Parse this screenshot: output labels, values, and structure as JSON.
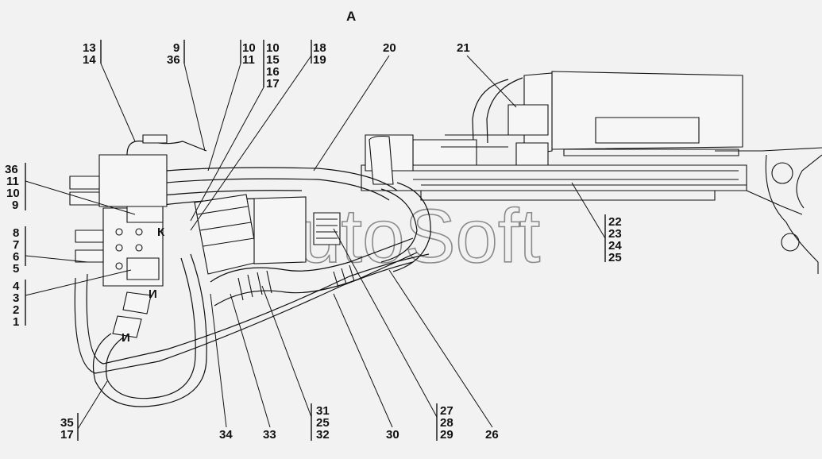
{
  "view_title": "А",
  "watermark": "AutoSoft",
  "annotations": [
    "К",
    "И",
    "И"
  ],
  "callouts": {
    "top": [
      {
        "id": "c13-14",
        "lines": [
          "13",
          "14"
        ]
      },
      {
        "id": "c9-36",
        "lines": [
          "9",
          "36"
        ]
      },
      {
        "id": "c10-11",
        "lines": [
          "10",
          "11"
        ]
      },
      {
        "id": "c10-15-16-17",
        "lines": [
          "10",
          "15",
          "16",
          "17"
        ]
      },
      {
        "id": "c18-19",
        "lines": [
          "18",
          "19"
        ]
      },
      {
        "id": "c20",
        "lines": [
          "20"
        ]
      },
      {
        "id": "c21",
        "lines": [
          "21"
        ]
      }
    ],
    "left": [
      {
        "id": "c36-11-10-9",
        "lines": [
          "36",
          "11",
          "10",
          "9"
        ]
      },
      {
        "id": "c8-7-6-5",
        "lines": [
          "8",
          "7",
          "6",
          "5"
        ]
      },
      {
        "id": "c4-3-2-1",
        "lines": [
          "4",
          "3",
          "2",
          "1"
        ]
      }
    ],
    "right": [
      {
        "id": "c22-23-24-25",
        "lines": [
          "22",
          "23",
          "24",
          "25"
        ]
      }
    ],
    "bottom": [
      {
        "id": "c35-17",
        "lines": [
          "35",
          "17"
        ]
      },
      {
        "id": "c34",
        "lines": [
          "34"
        ]
      },
      {
        "id": "c33",
        "lines": [
          "33"
        ]
      },
      {
        "id": "c31-25-32",
        "lines": [
          "31",
          "25",
          "32"
        ]
      },
      {
        "id": "c30",
        "lines": [
          "30"
        ]
      },
      {
        "id": "c27-28-29",
        "lines": [
          "27",
          "28",
          "29"
        ]
      },
      {
        "id": "c26",
        "lines": [
          "26"
        ]
      }
    ]
  }
}
